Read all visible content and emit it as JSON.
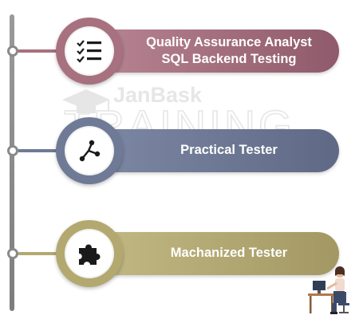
{
  "watermark": {
    "brand_top": "JanBask",
    "brand_main": "TRAINING"
  },
  "nodes": [
    {
      "line1": "Quality Assurance Analyst",
      "line2": "SQL Backend  Testing",
      "icon": "checklist-icon",
      "color": "#a8717f"
    },
    {
      "line1": "Practical Tester",
      "line2": "",
      "icon": "branch-icon",
      "color": "#6f7a96"
    },
    {
      "line1": "Machanized Tester",
      "line2": "",
      "icon": "puzzle-icon",
      "color": "#b3a970"
    }
  ],
  "colors": {
    "timeline": "#8a8a8a",
    "icon": "#1a1a1a"
  }
}
